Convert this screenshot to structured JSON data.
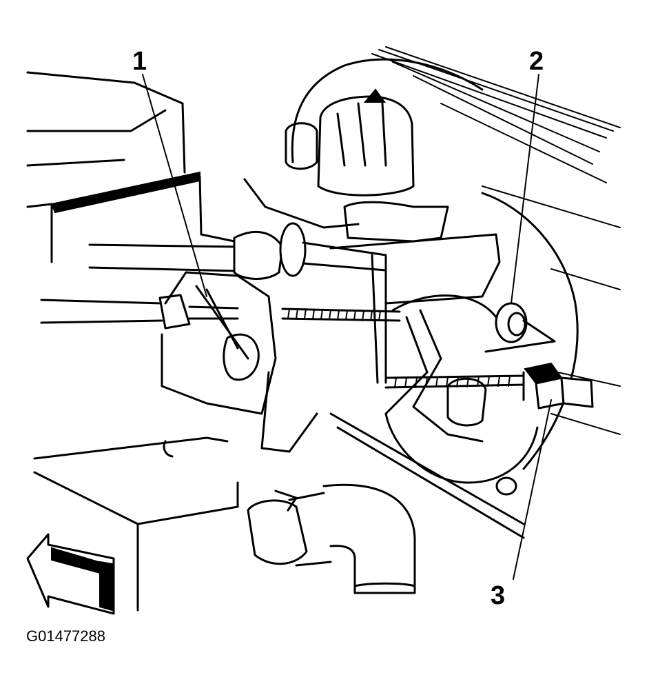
{
  "callouts": {
    "one": "1",
    "two": "2",
    "three": "3"
  },
  "figure_id": "G01477288",
  "icons": {
    "direction_arrow": "front-arrow-icon"
  }
}
